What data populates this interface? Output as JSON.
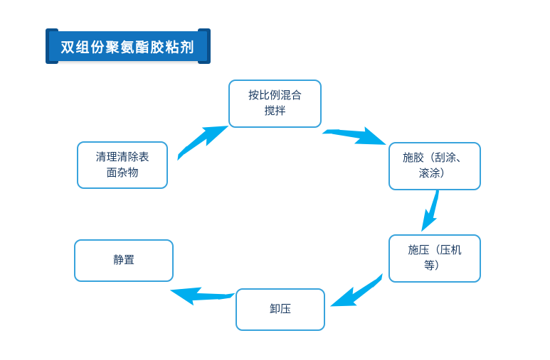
{
  "title": {
    "label": "双组份聚氨酯胶粘剂"
  },
  "colors": {
    "banner": "#1273BE",
    "banner_dark": "#0C5390",
    "box_border": "#38A3DC",
    "text": "#17375E",
    "arrow": "#00AEEF"
  },
  "nodes": [
    {
      "id": "clean",
      "label": "清理清除表\n面杂物"
    },
    {
      "id": "mix",
      "label": "按比例混合\n搅拌"
    },
    {
      "id": "glue",
      "label": "施胶（刮涂、\n滚涂）"
    },
    {
      "id": "press",
      "label": "施压（压机\n等）"
    },
    {
      "id": "release",
      "label": "卸压"
    },
    {
      "id": "rest",
      "label": "静置"
    }
  ],
  "edges": [
    {
      "from": "clean",
      "to": "mix"
    },
    {
      "from": "mix",
      "to": "glue"
    },
    {
      "from": "glue",
      "to": "press"
    },
    {
      "from": "press",
      "to": "release"
    },
    {
      "from": "release",
      "to": "rest"
    }
  ]
}
